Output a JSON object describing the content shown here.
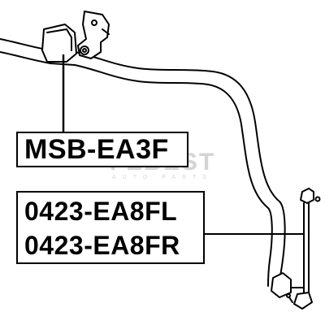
{
  "labels": {
    "part_1": "MSB-EA3F",
    "part_2_left": "0423-EA8FL",
    "part_2_right": "0423-EA8FR"
  },
  "watermark": {
    "brand": "FEBEST",
    "subtitle": "AUTO PARTS"
  },
  "colors": {
    "line": "#000000",
    "background": "#ffffff",
    "watermark": "#d4d4d4"
  },
  "icons": [
    "stabilizer-bar-icon",
    "bushing-icon",
    "link-rod-icon"
  ]
}
